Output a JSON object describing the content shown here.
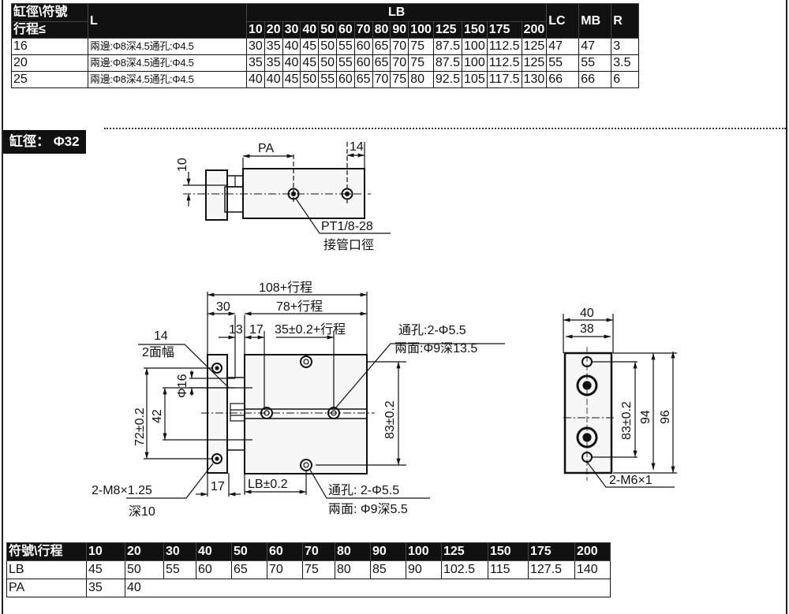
{
  "top_table": {
    "header_row1": {
      "bore_symbol": "缸徑\\符號",
      "L": "L",
      "LB": "LB",
      "LC": "LC",
      "MB": "MB",
      "R": "R"
    },
    "header_row2": {
      "stroke": "行程≤",
      "strokes": [
        "10",
        "20",
        "30",
        "40",
        "50",
        "60",
        "70",
        "80",
        "90",
        "100",
        "125",
        "150",
        "175",
        "200"
      ]
    },
    "rows": [
      {
        "bore": "16",
        "L": "兩邊:Φ8深4.5通孔:Φ4.5",
        "LB": [
          "30",
          "35",
          "40",
          "45",
          "50",
          "55",
          "60",
          "65",
          "70",
          "75",
          "87.5",
          "100",
          "112.5",
          "125"
        ],
        "LC": "47",
        "MB": "47",
        "R": "3"
      },
      {
        "bore": "20",
        "L": "兩邊:Φ8深4.5通孔:Φ4.5",
        "LB": [
          "35",
          "35",
          "40",
          "45",
          "50",
          "55",
          "60",
          "65",
          "70",
          "75",
          "87.5",
          "100",
          "112.5",
          "125"
        ],
        "LC": "55",
        "MB": "55",
        "R": "3.5"
      },
      {
        "bore": "25",
        "L": "兩邊:Φ8深4.5通孔:Φ4.5",
        "LB": [
          "40",
          "40",
          "45",
          "50",
          "55",
          "60",
          "65",
          "70",
          "75",
          "80",
          "92.5",
          "105",
          "117.5",
          "130"
        ],
        "LC": "66",
        "MB": "66",
        "R": "6"
      }
    ]
  },
  "section": {
    "bore_label": "缸徑： Φ32"
  },
  "top_view": {
    "dim_PA": "PA",
    "dim_14": "14",
    "dim_10": "10",
    "port_label": "PT1/8-28",
    "port_desc": "接管口徑"
  },
  "front_view": {
    "dim_total": "108+行程",
    "dim_30": "30",
    "dim_78": "78+行程",
    "dim_13": "13",
    "dim_17_top": "17",
    "dim_35": "35±0.2+行程",
    "dim_14": "14",
    "flats": "2面幅",
    "dim_phi16": "Φ16",
    "dim_72": "72±0.2",
    "dim_42": "42",
    "dim_83": "83±0.2",
    "through_top": "通孔:2-Φ5.5",
    "counter_top": "兩面:Φ9深13.5",
    "thread": "2-M8×1.25",
    "thread_depth": "深10",
    "dim_17_bottom": "17",
    "dim_LB": "LB±0.2",
    "through_bottom": "通孔: 2-Φ5.5",
    "counter_bottom": "兩面: Φ9深5.5"
  },
  "side_view": {
    "dim_40": "40",
    "dim_38": "38",
    "dim_83": "83±0.2",
    "dim_94": "94",
    "dim_96": "96",
    "thread": "2-M6×1"
  },
  "bottom_table": {
    "header": {
      "label": "符號\\行程",
      "strokes": [
        "10",
        "20",
        "30",
        "40",
        "50",
        "60",
        "70",
        "80",
        "90",
        "100",
        "125",
        "150",
        "175",
        "200"
      ]
    },
    "rows": [
      {
        "label": "LB",
        "values": [
          "45",
          "50",
          "55",
          "60",
          "65",
          "70",
          "75",
          "80",
          "85",
          "90",
          "102.5",
          "115",
          "127.5",
          "140"
        ]
      },
      {
        "label": "PA",
        "values": [
          "35",
          "40"
        ]
      }
    ]
  }
}
